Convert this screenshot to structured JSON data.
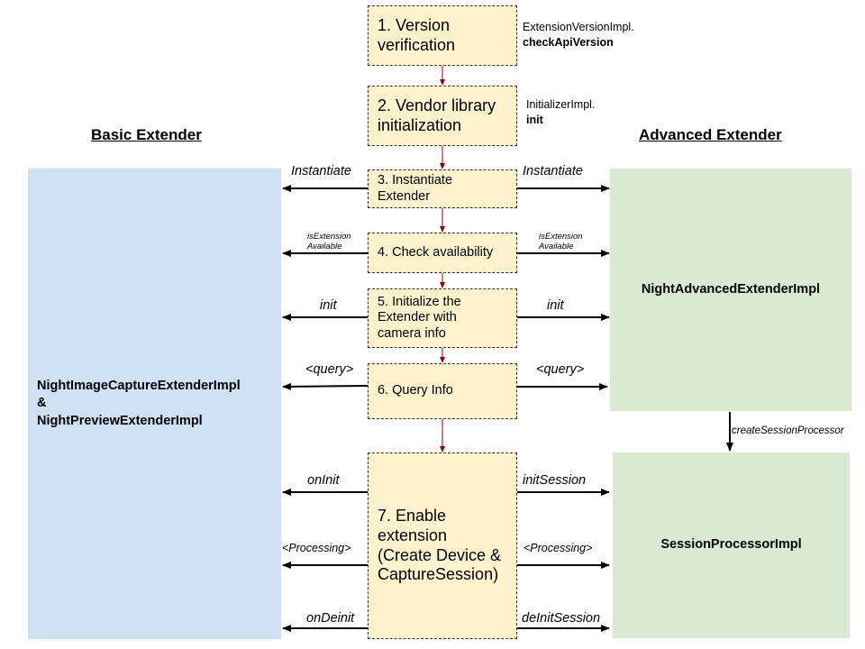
{
  "headings": {
    "basic": "Basic Extender",
    "advanced": "Advanced Extender"
  },
  "steps": [
    {
      "text": "1. Version\nverification"
    },
    {
      "text": "2. Vendor library\ninitialization"
    },
    {
      "text": "3. Instantiate\nExtender"
    },
    {
      "text": "4. Check availability"
    },
    {
      "text": "5. Initialize the\nExtender with\ncamera info"
    },
    {
      "text": "6. Query Info"
    },
    {
      "text": "7. Enable\nextension\n(Create Device &\nCaptureSession)"
    }
  ],
  "notes": {
    "version_prefix": "ExtensionVersionImpl.",
    "version_method": "checkApiVersion",
    "init_prefix": "InitializerImpl.",
    "init_method": "init"
  },
  "panels": {
    "basic": "NightImageCaptureExtenderImpl\n&\nNightPreviewExtenderImpl",
    "advanced": "NightAdvancedExtenderImpl",
    "session": "SessionProcessorImpl"
  },
  "labels": {
    "left_instantiate": "Instantiate",
    "right_instantiate": "Instantiate",
    "left_is_ext": "isExtension\nAvailable",
    "right_is_ext": "isExtension\nAvailable",
    "left_init": "init",
    "right_init": "init",
    "left_query": "<query>",
    "right_query": "<query>",
    "create_session_processor": "createSessionProcessor",
    "left_on_init": "onInit",
    "right_init_session": "initSession",
    "left_processing": "<Processing>",
    "right_processing": "<Processing>",
    "left_on_deinit": "onDeinit",
    "right_deinit_session": "deInitSession"
  },
  "colors": {
    "step_fill": "#fff2cc",
    "basic_fill": "#cfe2f3",
    "advanced_fill": "#d9ead3",
    "flow_arrow": "#990000",
    "arrow": "#000000"
  }
}
